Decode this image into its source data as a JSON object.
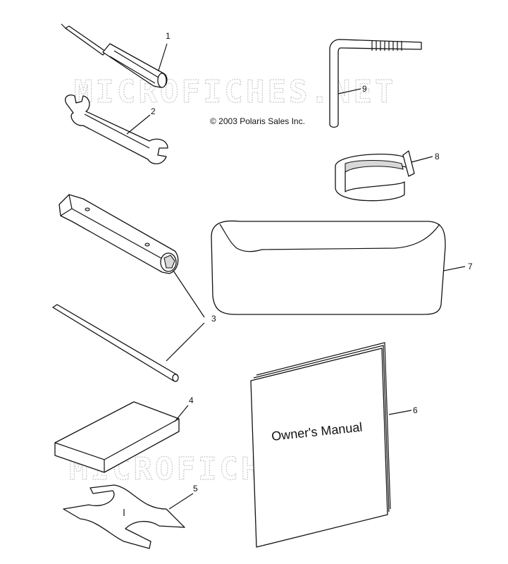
{
  "watermark": [
    "MICROFICHES.NET",
    "MICROFICHES.NET"
  ],
  "copyright": "© 2003 Polaris Sales Inc.",
  "manual_title": "Owner's Manual",
  "callouts": [
    "1",
    "2",
    "3",
    "4",
    "5",
    "6",
    "7",
    "8",
    "9"
  ],
  "parts": [
    {
      "callout": "1",
      "icon": "screwdriver-icon"
    },
    {
      "callout": "2",
      "icon": "open-end-wrench-icon"
    },
    {
      "callout": "3",
      "icon": "tube-wrench-and-bar-icon"
    },
    {
      "callout": "4",
      "icon": "pad-icon"
    },
    {
      "callout": "5",
      "icon": "spanner-tool-icon"
    },
    {
      "callout": "6",
      "icon": "owners-manual-icon"
    },
    {
      "callout": "7",
      "icon": "tool-pouch-icon"
    },
    {
      "callout": "8",
      "icon": "strap-roll-icon"
    },
    {
      "callout": "9",
      "icon": "hex-key-icon"
    }
  ]
}
